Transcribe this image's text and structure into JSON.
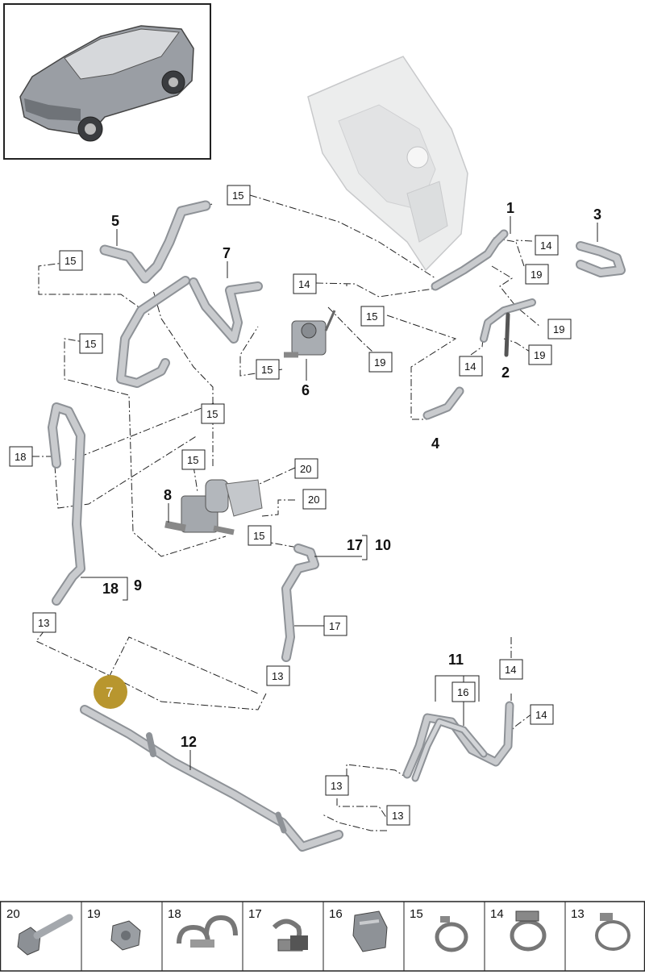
{
  "diagram": {
    "callouts": {
      "c1": "1",
      "c2": "2",
      "c3": "3",
      "c4": "4",
      "c5": "5",
      "c6": "6",
      "c7": "7",
      "c8": "8",
      "c9": "9",
      "c10": "10",
      "c11": "11",
      "c12": "12",
      "c17_10": "17",
      "c18_9": "18"
    },
    "boxes": {
      "b15a": "15",
      "b15b": "15",
      "b15c": "15",
      "b15d": "15",
      "b15e": "15",
      "b15f": "15",
      "b15g": "15",
      "b15h": "15",
      "b14a": "14",
      "b14b": "14",
      "b14c": "14",
      "b14d": "14",
      "b14e": "14",
      "b19a": "19",
      "b19b": "19",
      "b19c": "19",
      "b19d": "19",
      "b18": "18",
      "b20a": "20",
      "b20b": "20",
      "b17": "17",
      "b13a": "13",
      "b13b": "13",
      "b13c": "13",
      "b13d": "13",
      "b16": "16"
    },
    "badge": "7",
    "colors": {
      "badge": "#b8962e",
      "part": "#bfc2c6",
      "line": "#222222"
    }
  },
  "legend": {
    "items": [
      {
        "number": "20",
        "icon": "bolt-icon"
      },
      {
        "number": "19",
        "icon": "nut-icon"
      },
      {
        "number": "18",
        "icon": "double-clip-icon"
      },
      {
        "number": "17",
        "icon": "hose-holder-icon"
      },
      {
        "number": "16",
        "icon": "bracket-clip-icon"
      },
      {
        "number": "15",
        "icon": "spring-clamp-icon"
      },
      {
        "number": "14",
        "icon": "hose-clamp-icon"
      },
      {
        "number": "13",
        "icon": "band-clamp-icon"
      }
    ]
  }
}
